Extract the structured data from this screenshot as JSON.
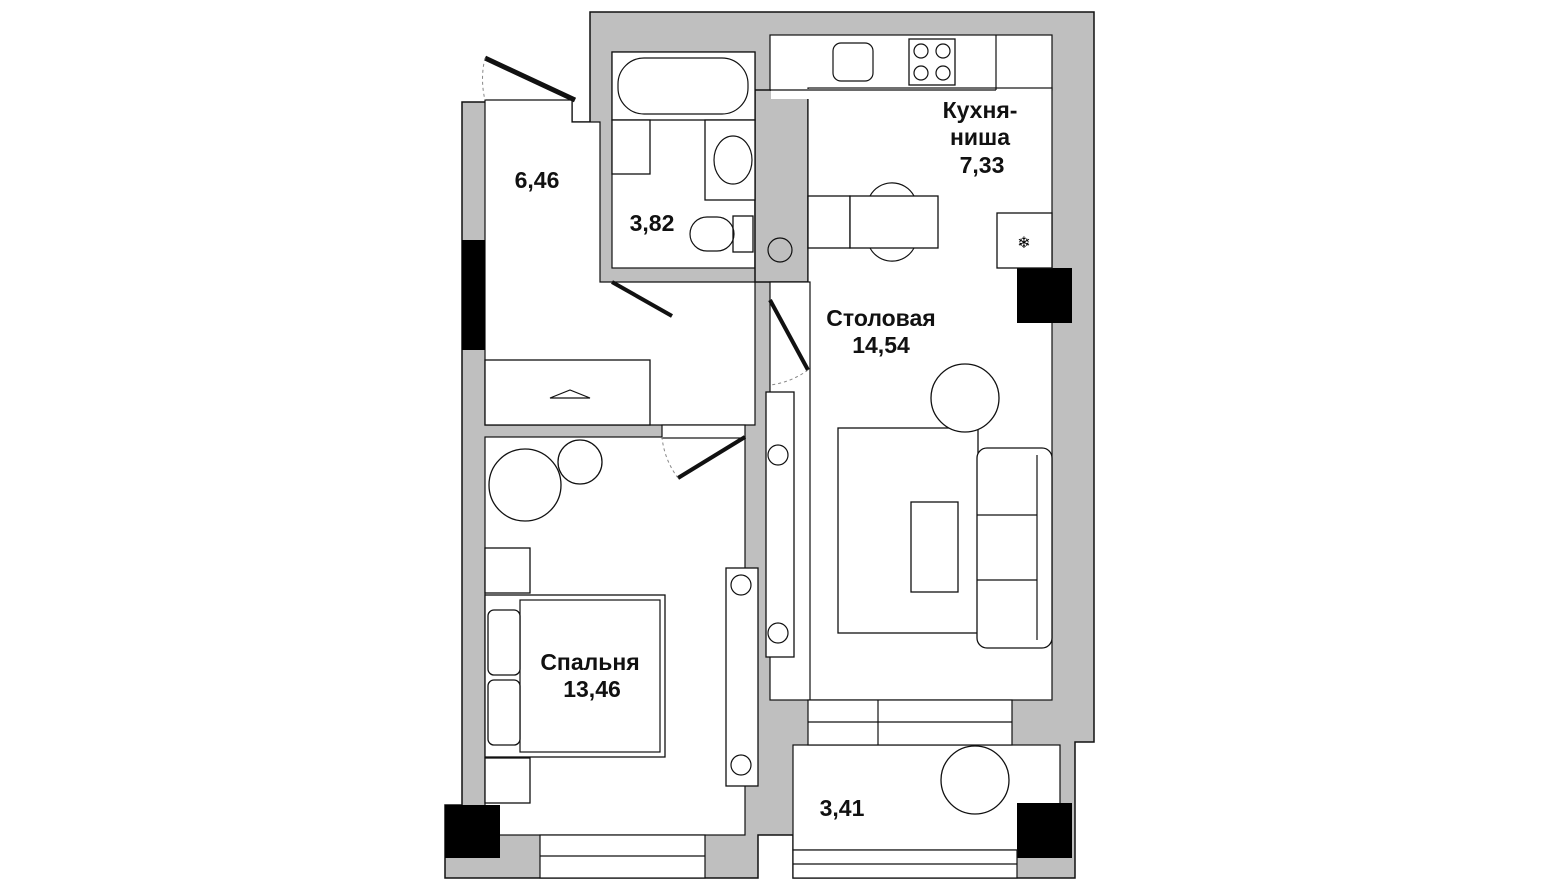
{
  "plan": {
    "rooms": [
      {
        "id": "hallway",
        "area": "6,46"
      },
      {
        "id": "bathroom",
        "area": "3,82"
      },
      {
        "id": "kitchen",
        "name": "Кухня-",
        "name2": "ниша",
        "area": "7,33"
      },
      {
        "id": "dining",
        "name": "Столовая",
        "area": "14,54"
      },
      {
        "id": "bedroom",
        "name": "Спальня",
        "area": "13,46"
      },
      {
        "id": "balcony",
        "area": "3,41"
      }
    ],
    "colors": {
      "wall": "#bfbfbf",
      "window": "#000000",
      "line": "#111111"
    }
  }
}
